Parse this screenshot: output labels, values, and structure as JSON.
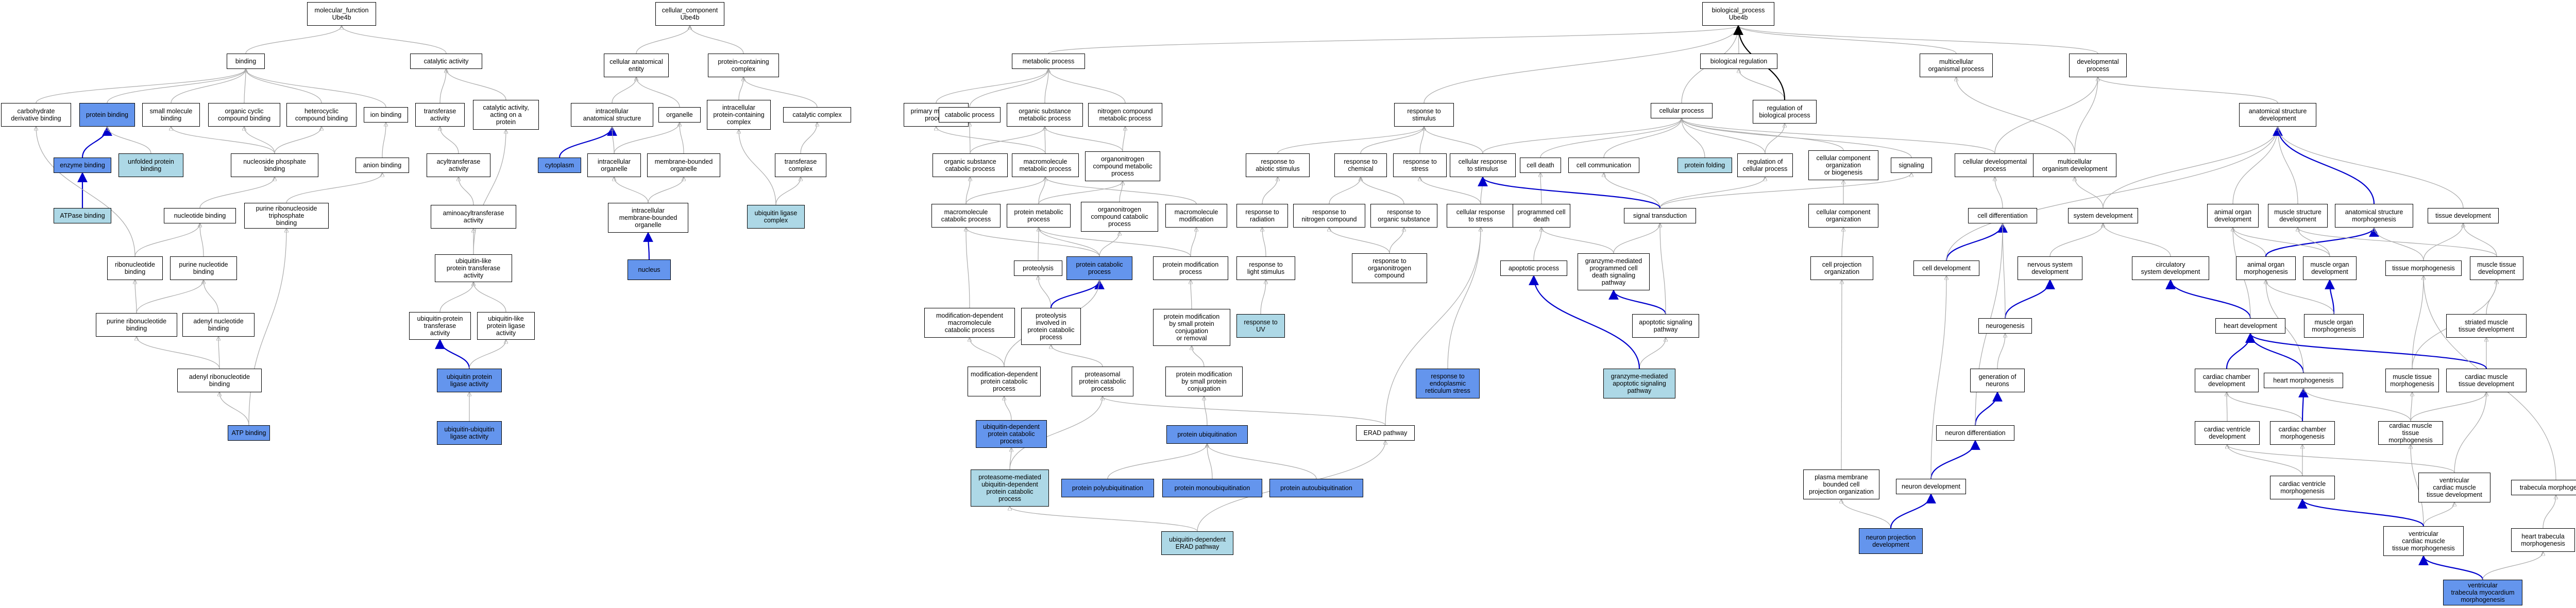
{
  "colors": {
    "annotated_fill": "#6495ed",
    "highlight_fill": "#add8e6",
    "plain_fill": "#ffffff",
    "gray_edge": "#aaaaaa",
    "black_edge": "#000000",
    "blue_edge": "#0000cc"
  },
  "nodes": {
    "mf": "molecular_function\nUbe4b",
    "cc": "cellular_component\nUbe4b",
    "bp": "biological_process\nUbe4b",
    "binding": "binding",
    "catact": "catalytic activity",
    "carb": "carbohydrate\nderivative binding",
    "protbind": "protein binding",
    "smallmol": "small molecule\nbinding",
    "orgcyc": "organic cyclic\ncompound binding",
    "hetcyc": "heterocyclic\ncompound binding",
    "ionbind": "ion binding",
    "transfer": "transferase\nactivity",
    "catprot": "catalytic activity,\nacting on a\nprotein",
    "enzbind": "enzyme binding",
    "unfolded": "unfolded protein\nbinding",
    "nucphos": "nucleoside phosphate\nbinding",
    "anion": "anion binding",
    "acyl": "acyltransferase\nactivity",
    "atpase": "ATPase binding",
    "nucleotide": "nucleotide binding",
    "purnuctri": "purine ribonucleoside\ntriphosphate\nbinding",
    "aminoacyl": "aminoacyltransferase\nactivity",
    "ribonuc": "ribonucleotide\nbinding",
    "purinenuc": "purine nucleotide\nbinding",
    "ublike": "ubiquitin-like\nprotein transferase\nactivity",
    "purribo": "purine ribonucleotide\nbinding",
    "adenylnuc": "adenyl nucleotide\nbinding",
    "ubtrans": "ubiquitin-protein\ntransferase\nactivity",
    "ubligact": "ubiquitin-like\nprotein ligase\nactivity",
    "adenylribo": "adenyl ribonucleotide\nbinding",
    "ubprotlig": "ubiquitin protein\nligase activity",
    "atpbind": "ATP binding",
    "ububact": "ubiquitin-ubiquitin\nligase activity",
    "cellanat": "cellular anatomical\nentity",
    "protcontcx": "protein-containing\ncomplex",
    "intracstr": "intracellular\nanatomical structure",
    "organelle": "organelle",
    "intracprot": "intracellular\nprotein-containing\ncomplex",
    "catcx": "catalytic complex",
    "cytoplasm": "cytoplasm",
    "introrg": "intracellular\norganelle",
    "membbound": "membrane-bounded\norganelle",
    "transcx": "transferase\ncomplex",
    "intrmemb": "intracellular\nmembrane-bounded\norganelle",
    "ubligcx": "ubiquitin ligase\ncomplex",
    "nucleus": "nucleus",
    "metab": "metabolic process",
    "primmet": "primary metabolic\nprocess",
    "catab": "catabolic process",
    "orgsubmet": "organic substance\nmetabolic process",
    "nitromet": "nitrogen compound\nmetabolic process",
    "orgsubcat": "organic substance\ncatabolic process",
    "macromet": "macromolecule\nmetabolic process",
    "organonitmet": "organonitrogen\ncompound metabolic\nprocess",
    "macrocat": "macromolecule\ncatabolic process",
    "protmet": "protein metabolic\nprocess",
    "organonitcat": "organonitrogen\ncompound catabolic\nprocess",
    "macromod": "macromolecule\nmodification",
    "proteolysis": "proteolysis",
    "protcatab": "protein catabolic\nprocess",
    "protmod": "protein modification\nprocess",
    "moddepmacro": "modification-dependent\nmacromolecule\ncatabolic process",
    "protcatinv": "proteolysis\ninvolved in\nprotein catabolic\nprocess",
    "protmodconj": "protein modification\nby small protein\nconjugation\nor removal",
    "moddepprot": "modification-dependent\nprotein catabolic\nprocess",
    "proteasomal": "proteasomal\nprotein catabolic\nprocess",
    "protmodsmall": "protein modification\nby small protein\nconjugation",
    "ubdepprot": "ubiquitin-dependent\nprotein catabolic\nprocess",
    "protub": "protein ubiquitination",
    "proteasomemed": "proteasome-mediated\nubiquitin-dependent\nprotein catabolic\nprocess",
    "polyub": "protein polyubiquitination",
    "monoub": "protein monoubiquitination",
    "autoub": "protein autoubiquitination",
    "ubdeperad": "ubiquitin-dependent\nERAD pathway",
    "erad": "ERAD pathway",
    "respstim": "response to\nstimulus",
    "respabio": "response to\nabiotic stimulus",
    "respchem": "response to\nchemical",
    "respstress": "response to\nstress",
    "cellresp": "cellular response\nto stimulus",
    "resprad": "response to\nradiation",
    "respnitro": "response to\nnitrogen compound",
    "resporgsub": "response to\norganic substance",
    "cellstress": "cellular response\nto stress",
    "resplight": "response to\nlight stimulus",
    "resporgnit": "response to\norganonitrogen\ncompound",
    "respuv": "response to\nUV",
    "respunfolded": "response to\nendoplasmic\nreticulum stress",
    "bioreg": "biological regulation",
    "cellproc": "cellular process",
    "regbio": "regulation of\nbiological process",
    "celldeath": "cell death",
    "cellcomm": "cell communication",
    "protfold": "protein folding",
    "regcell": "regulation of\ncellular process",
    "cellcomp": "cellular component\norganization\nor biogenesis",
    "signaling": "signaling",
    "progdeath": "programmed cell\ndeath",
    "sigtrans": "signal transduction",
    "apoptotic": "apoptotic process",
    "granzprog": "granzyme-mediated\nprogrammed cell\ndeath signaling\npathway",
    "apopsig": "apoptotic signaling\npathway",
    "granzapop": "granzyme-mediated\napoptotic signaling\npathway",
    "cellcomporg": "cellular component\norganization",
    "cellproj": "cell projection\norganization",
    "plasmaproj": "plasma membrane\nbounded cell\nprojection organization",
    "neuronproj": "neuron projection\ndevelopment",
    "multiproc": "multicellular\norganismal process",
    "devproc": "developmental\nprocess",
    "celldevproc": "cellular developmental\nprocess",
    "multidev": "multicellular\norganism development",
    "anatdev": "anatomical structure\ndevelopment",
    "systemdev": "system development",
    "celldiff": "cell differentiation",
    "celldev": "cell development",
    "nervsys": "nervous system\ndevelopment",
    "circsys": "circulatory\nsystem development",
    "neurogen": "neurogenesis",
    "genneur": "generation of\nneurons",
    "neurondiff": "neuron differentiation",
    "neurondev": "neuron development",
    "organdev": "animal organ\ndevelopment",
    "musclestr": "muscle structure\ndevelopment",
    "anatmorph": "anatomical structure\nmorphogenesis",
    "tissuedev": "tissue development",
    "organmorph": "animal organ\nmorphogenesis",
    "muscleorgan": "muscle organ\ndevelopment",
    "tissuemorph": "tissue morphogenesis",
    "muscletissue": "muscle tissue\ndevelopment",
    "musorgmorph": "muscle organ\nmorphogenesis",
    "striated": "striated muscle\ntissue development",
    "heartdev": "heart development",
    "cardchamber": "cardiac chamber\ndevelopment",
    "heartmorph": "heart morphogenesis",
    "muscletismorph": "muscle tissue\nmorphogenesis",
    "cardmuscle": "cardiac muscle\ntissue development",
    "cardvent": "cardiac ventricle\ndevelopment",
    "cardchmorph": "cardiac chamber\nmorphogenesis",
    "cardmusmorph": "cardiac muscle\ntissue morphogenesis",
    "cardventmorph": "cardiac ventricle\nmorphogenesis",
    "ventcardmus": "ventricular\ncardiac muscle\ntissue development",
    "trabmorph": "trabecula morphogenesis",
    "ventmorph": "ventricular\ncardiac muscle\ntissue morphogenesis",
    "hearttrab": "heart trabecula\nmorphogenesis",
    "venttrab": "ventricular\ntrabecula myocardium\nmorphogenesis"
  }
}
